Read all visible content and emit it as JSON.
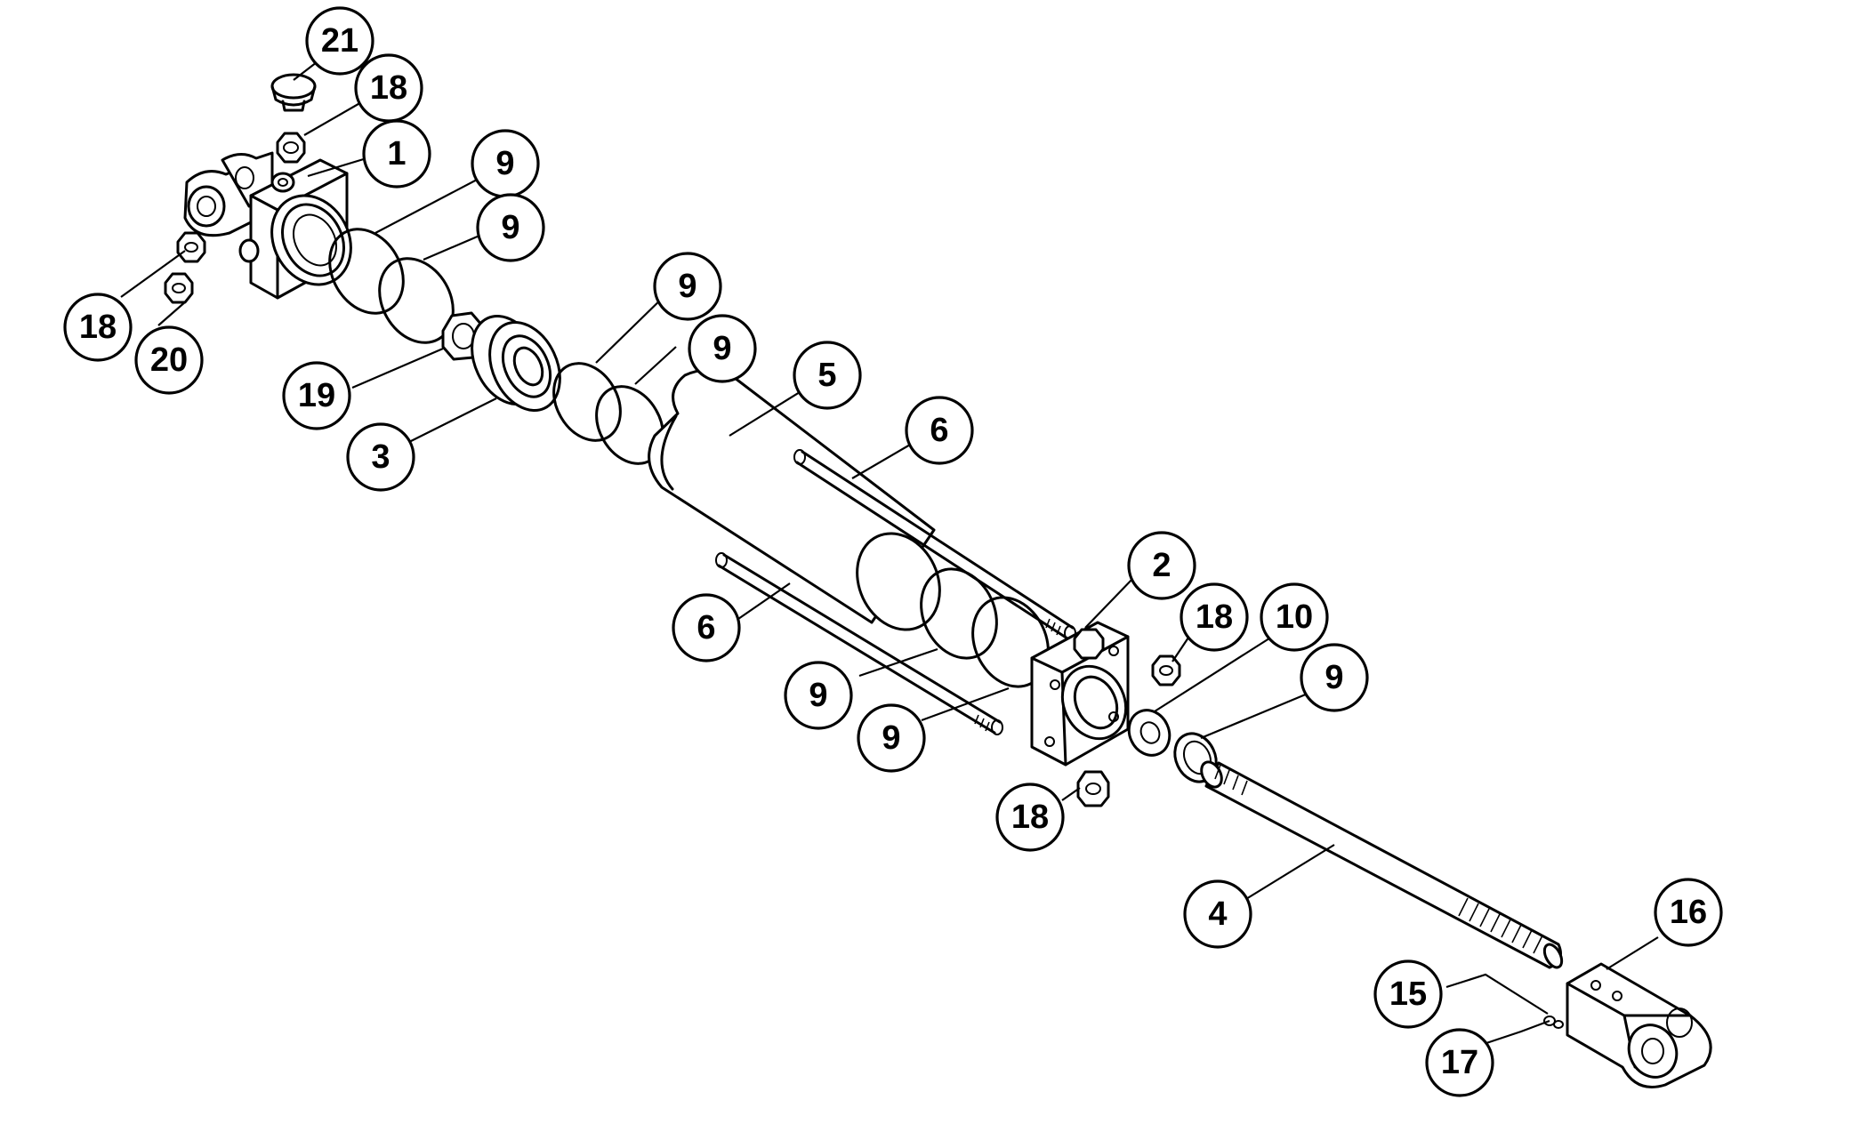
{
  "callouts": [
    {
      "id": "c21",
      "label": "21"
    },
    {
      "id": "c18a",
      "label": "18"
    },
    {
      "id": "c1",
      "label": "1"
    },
    {
      "id": "c9a",
      "label": "9"
    },
    {
      "id": "c9b",
      "label": "9"
    },
    {
      "id": "c18b",
      "label": "18"
    },
    {
      "id": "c20",
      "label": "20"
    },
    {
      "id": "c19",
      "label": "19"
    },
    {
      "id": "c3",
      "label": "3"
    },
    {
      "id": "c9c",
      "label": "9"
    },
    {
      "id": "c9d",
      "label": "9"
    },
    {
      "id": "c5",
      "label": "5"
    },
    {
      "id": "c6a",
      "label": "6"
    },
    {
      "id": "c6b",
      "label": "6"
    },
    {
      "id": "c9e",
      "label": "9"
    },
    {
      "id": "c9f",
      "label": "9"
    },
    {
      "id": "c2",
      "label": "2"
    },
    {
      "id": "c18c",
      "label": "18"
    },
    {
      "id": "c10",
      "label": "10"
    },
    {
      "id": "c9g",
      "label": "9"
    },
    {
      "id": "c18d",
      "label": "18"
    },
    {
      "id": "c4",
      "label": "4"
    },
    {
      "id": "c16",
      "label": "16"
    },
    {
      "id": "c15",
      "label": "15"
    },
    {
      "id": "c17",
      "label": "17"
    }
  ]
}
